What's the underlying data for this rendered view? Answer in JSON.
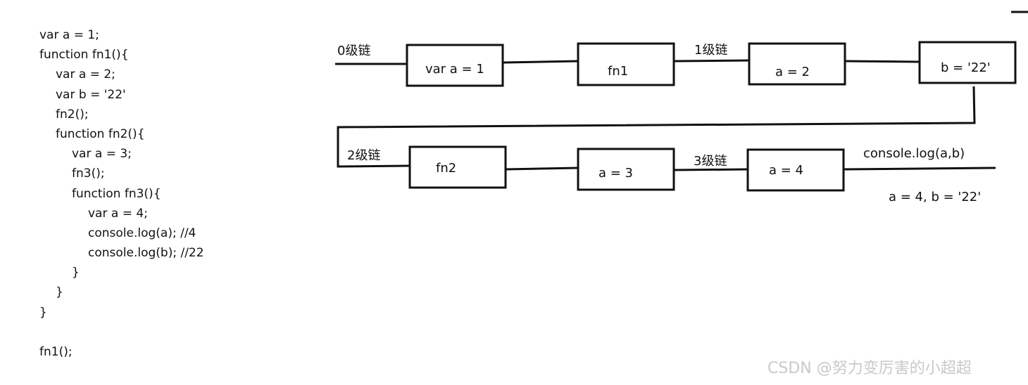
{
  "code": {
    "lines": [
      {
        "indent": 0,
        "text": "var a = 1;"
      },
      {
        "indent": 0,
        "text": "function fn1(){"
      },
      {
        "indent": 1,
        "text": "var a = 2;"
      },
      {
        "indent": 1,
        "text": "var b = '22'"
      },
      {
        "indent": 1,
        "text": "fn2();"
      },
      {
        "indent": 1,
        "text": "function fn2(){"
      },
      {
        "indent": 2,
        "text": "var a = 3;"
      },
      {
        "indent": 2,
        "text": "fn3();"
      },
      {
        "indent": 2,
        "text": "function fn3(){"
      },
      {
        "indent": 3,
        "text": "var a = 4;"
      },
      {
        "indent": 3,
        "text": "console.log(a); //4"
      },
      {
        "indent": 3,
        "text": "console.log(b); //22"
      },
      {
        "indent": 2,
        "text": "}"
      },
      {
        "indent": 1,
        "text": "}"
      },
      {
        "indent": 0,
        "text": "}"
      },
      {
        "indent": 0,
        "text": ""
      },
      {
        "indent": 0,
        "text": "fn1();"
      }
    ]
  },
  "diagram": {
    "boxes": {
      "var_a_1": "var a = 1",
      "fn1": "fn1",
      "a_2": "a = 2",
      "b_22": "b = '22'",
      "fn2": "fn2",
      "a_3": "a = 3",
      "a_4": "a = 4"
    },
    "chain_labels": {
      "level0": "0级链",
      "level1": "1级链",
      "level2": "2级链",
      "level3": "3级链"
    },
    "output_label": "console.log(a,b)",
    "result_text": "a = 4, b = '22'"
  },
  "watermark": "CSDN @努力变厉害的小超超"
}
